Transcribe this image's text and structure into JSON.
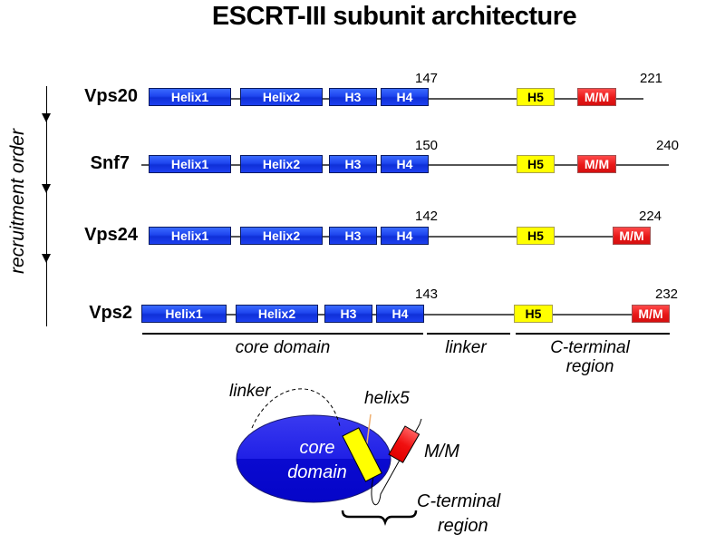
{
  "title": "ESCRT-III subunit architecture",
  "side_label": "recruitment order",
  "proteins": [
    {
      "name": "Vps20",
      "core_end": "147",
      "length": "221",
      "domains": {
        "h1": "Helix1",
        "h2": "Helix2",
        "h3": "H3",
        "h4": "H4",
        "h5": "H5",
        "mm": "M/M"
      }
    },
    {
      "name": "Snf7",
      "core_end": "150",
      "length": "240",
      "domains": {
        "h1": "Helix1",
        "h2": "Helix2",
        "h3": "H3",
        "h4": "H4",
        "h5": "H5",
        "mm": "M/M"
      }
    },
    {
      "name": "Vps24",
      "core_end": "142",
      "length": "224",
      "domains": {
        "h1": "Helix1",
        "h2": "Helix2",
        "h3": "H3",
        "h4": "H4",
        "h5": "H5",
        "mm": "M/M"
      }
    },
    {
      "name": "Vps2",
      "core_end": "143",
      "length": "232",
      "domains": {
        "h1": "Helix1",
        "h2": "Helix2",
        "h3": "H3",
        "h4": "H4",
        "h5": "H5",
        "mm": "M/M"
      }
    }
  ],
  "regions": {
    "core": "core domain",
    "linker": "linker",
    "cterm_line1": "C-terminal",
    "cterm_line2": "region"
  },
  "cartoon": {
    "linker": "linker",
    "helix5": "helix5",
    "core_line1": "core",
    "core_line2": "domain",
    "mm": "M/M",
    "cterm_line1": "C-terminal",
    "cterm_line2": "region"
  },
  "colors": {
    "helix_blue": "#1e45ee",
    "h5_yellow": "#ffff00",
    "mm_red": "#e81818",
    "core_ellipse": "#1a1ae0"
  }
}
